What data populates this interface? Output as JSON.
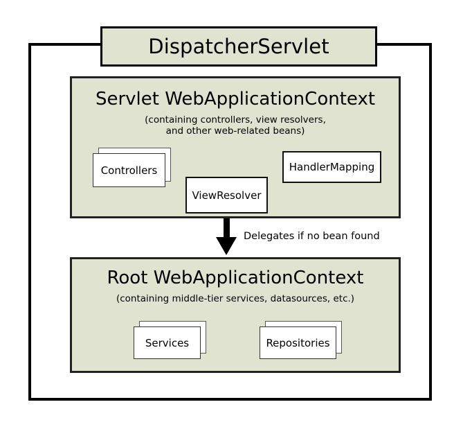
{
  "diagram": {
    "title": "DispatcherServlet",
    "colors": {
      "context_fill": "#dfe3d0",
      "bean_fill": "#ffffff",
      "stroke": "#000000"
    },
    "servlet_context": {
      "heading": "Servlet WebApplicationContext",
      "subtitle_line1": "(containing controllers, view resolvers,",
      "subtitle_line2": "and other web-related beans)",
      "beans": [
        {
          "label": "Controllers",
          "stacked": true
        },
        {
          "label": "ViewResolver",
          "stacked": false
        },
        {
          "label": "HandlerMapping",
          "stacked": false
        }
      ]
    },
    "delegation": {
      "label": "Delegates if no bean found",
      "direction": "down"
    },
    "root_context": {
      "heading": "Root WebApplicationContext",
      "subtitle_line1": "(containing middle-tier services, datasources, etc.)",
      "beans": [
        {
          "label": "Services",
          "stacked": true
        },
        {
          "label": "Repositories",
          "stacked": true
        }
      ]
    }
  }
}
